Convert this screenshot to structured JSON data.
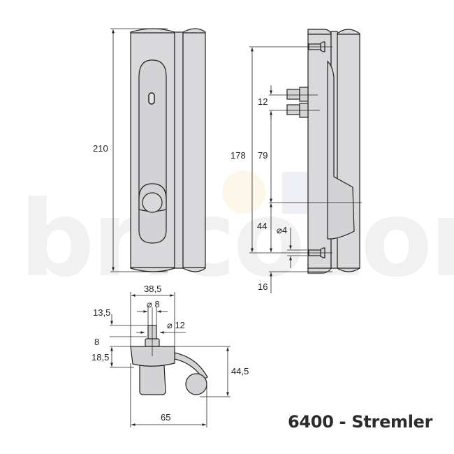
{
  "title": "6400 - Stremler",
  "watermark": "bricozor",
  "colors": {
    "body_fill": "#d9d9db",
    "line": "#222222",
    "watermark": "#f1f1f1",
    "watermark_dot": "#fdf6ea",
    "watermark_square": "#eeeff4"
  },
  "front_view": {
    "dimensions": {
      "height": "210"
    }
  },
  "side_view": {
    "dimensions": {
      "total_screw_spacing": "178",
      "pin_spacing": "12",
      "upper_span": "79",
      "lower_span": "44",
      "screw_diameter": "⌀4",
      "bottom_offset": "16"
    }
  },
  "top_view": {
    "dimensions": {
      "width": "38,5",
      "pin_diameter": "⌀ 8",
      "pin_collar_diameter": "⌀ 12",
      "pin_height": "13,5",
      "collar_height": "8",
      "base_height": "18,5",
      "handle_depth": "44,5",
      "overall_width": "65"
    }
  }
}
